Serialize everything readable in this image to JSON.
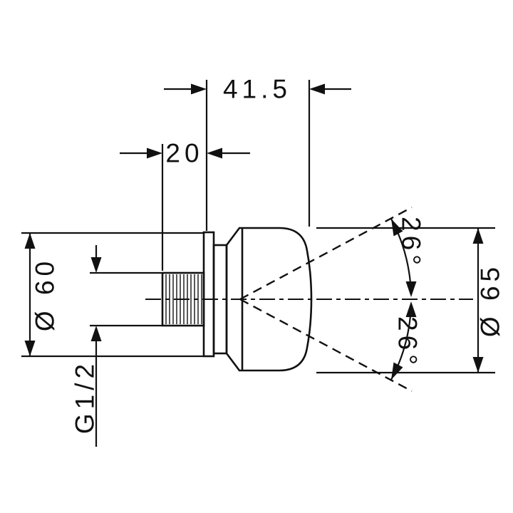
{
  "labels": {
    "total_depth": "41.5",
    "thread_length": "20",
    "plate_diameter": "Ø 60",
    "head_diameter": "Ø 65",
    "thread_size": "G1/2",
    "swivel_angle_up": "26°",
    "swivel_angle_down": "26°"
  },
  "colors": {
    "ink": "#111111",
    "background": "#ffffff"
  }
}
